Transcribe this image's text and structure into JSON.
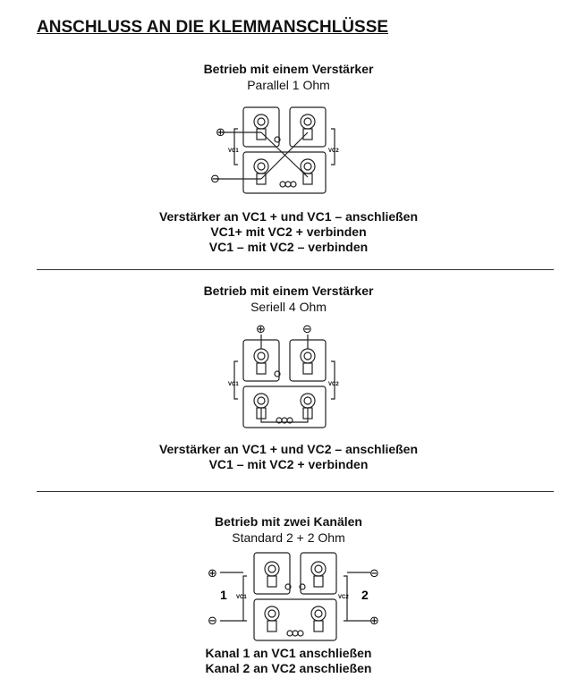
{
  "page": {
    "title": "ANSCHLUSS AN DIE KLEMMANSCHLÜSSE"
  },
  "sections": [
    {
      "heading": "Betrieb mit einem Verstärker",
      "subheading": "Parallel 1 Ohm",
      "diagram": {
        "left_label": "VC1",
        "right_label": "VC2",
        "plus_symbol": "⊕",
        "minus_symbol": "⊖"
      },
      "captions": [
        "Verstärker an VC1 + und VC1 – anschließen",
        "VC1+ mit VC2 + verbinden",
        "VC1 – mit VC2 – verbinden"
      ]
    },
    {
      "heading": "Betrieb mit einem Verstärker",
      "subheading": "Seriell 4 Ohm",
      "diagram": {
        "left_label": "VC1",
        "right_label": "VC2",
        "plus_symbol": "⊕",
        "minus_symbol": "⊖"
      },
      "captions": [
        "Verstärker an VC1 + und VC2 – anschließen",
        "VC1 – mit VC2 + verbinden"
      ]
    },
    {
      "heading": "Betrieb mit zwei Kanälen",
      "subheading": "Standard 2 + 2 Ohm",
      "diagram": {
        "left_label": "VC1",
        "right_label": "VC2",
        "channel_1": "1",
        "channel_2": "2",
        "plus_symbol": "⊕",
        "minus_symbol": "⊖"
      },
      "captions": [
        "Kanal 1 an VC1 anschließen",
        "Kanal 2 an VC2 anschließen"
      ]
    }
  ]
}
